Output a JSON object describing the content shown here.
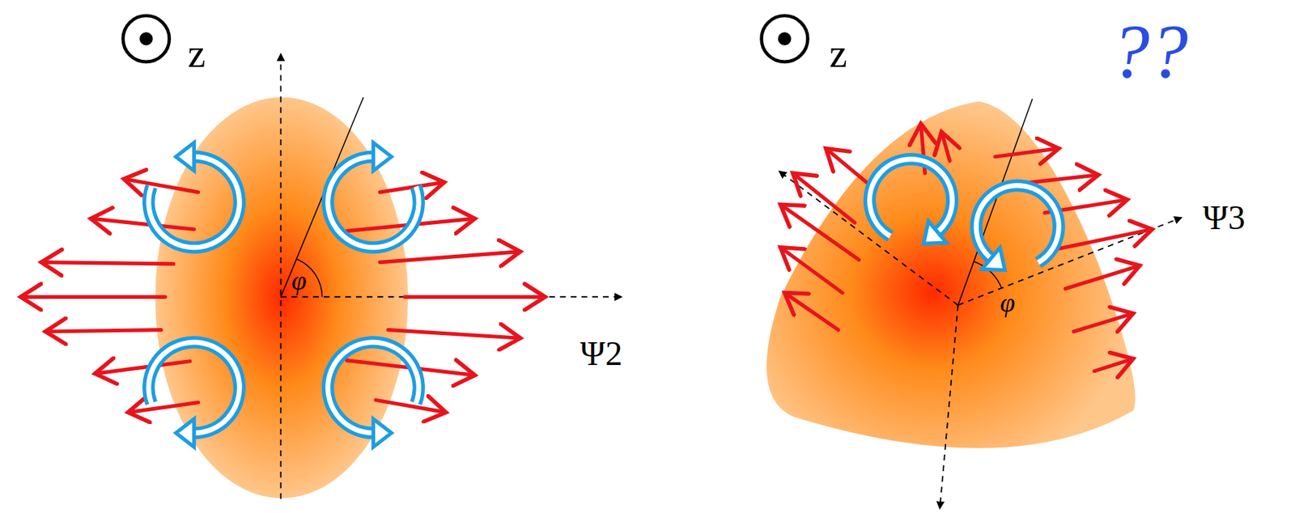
{
  "diagram": {
    "labels": [
      "z",
      "z",
      "??",
      "φ",
      "Ψ2",
      "φ",
      "Ψ3"
    ]
  }
}
